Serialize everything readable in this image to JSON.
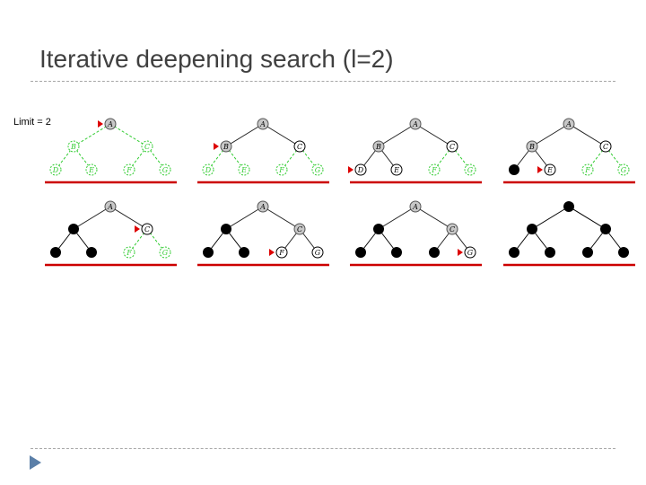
{
  "slide": {
    "title": "Iterative deepening search (l=2)",
    "limit_label": "Limit = 2"
  },
  "colors": {
    "title": "#404040",
    "frontier": "#33cc33",
    "expanded": "#000000",
    "current": "#c8c8c8",
    "pointer": "#dd0000",
    "baseline": "#cc0000",
    "rule": "#a6a6a6",
    "footer_icon": "#5b7fa8"
  },
  "tree": {
    "nodes": [
      "A",
      "B",
      "C",
      "D",
      "E",
      "F",
      "G"
    ],
    "edges": [
      [
        "A",
        "B"
      ],
      [
        "A",
        "C"
      ],
      [
        "B",
        "D"
      ],
      [
        "B",
        "E"
      ],
      [
        "C",
        "F"
      ],
      [
        "C",
        "G"
      ]
    ]
  },
  "steps": [
    {
      "states": {
        "A": "current",
        "B": "frontier",
        "C": "frontier",
        "D": "frontier",
        "E": "frontier",
        "F": "frontier",
        "G": "frontier"
      },
      "pointer": "A"
    },
    {
      "states": {
        "A": "current",
        "B": "current",
        "C": "visible",
        "D": "frontier",
        "E": "frontier",
        "F": "frontier",
        "G": "frontier"
      },
      "pointer": "B"
    },
    {
      "states": {
        "A": "current",
        "B": "current",
        "C": "visible",
        "D": "visible",
        "E": "visible",
        "F": "frontier",
        "G": "frontier"
      },
      "pointer": "D"
    },
    {
      "states": {
        "A": "current",
        "B": "current",
        "C": "visible",
        "D": "expanded",
        "E": "visible",
        "F": "frontier",
        "G": "frontier"
      },
      "pointer": "E"
    },
    {
      "states": {
        "A": "current",
        "B": "expanded",
        "C": "visible",
        "D": "expanded",
        "E": "expanded",
        "F": "frontier",
        "G": "frontier"
      },
      "pointer": "C"
    },
    {
      "states": {
        "A": "current",
        "B": "expanded",
        "C": "current",
        "D": "expanded",
        "E": "expanded",
        "F": "visible",
        "G": "visible"
      },
      "pointer": "F"
    },
    {
      "states": {
        "A": "current",
        "B": "expanded",
        "C": "current",
        "D": "expanded",
        "E": "expanded",
        "F": "expanded",
        "G": "visible"
      },
      "pointer": "G"
    },
    {
      "states": {
        "A": "expanded",
        "B": "expanded",
        "C": "expanded",
        "D": "expanded",
        "E": "expanded",
        "F": "expanded",
        "G": "expanded"
      },
      "pointer": null
    }
  ]
}
